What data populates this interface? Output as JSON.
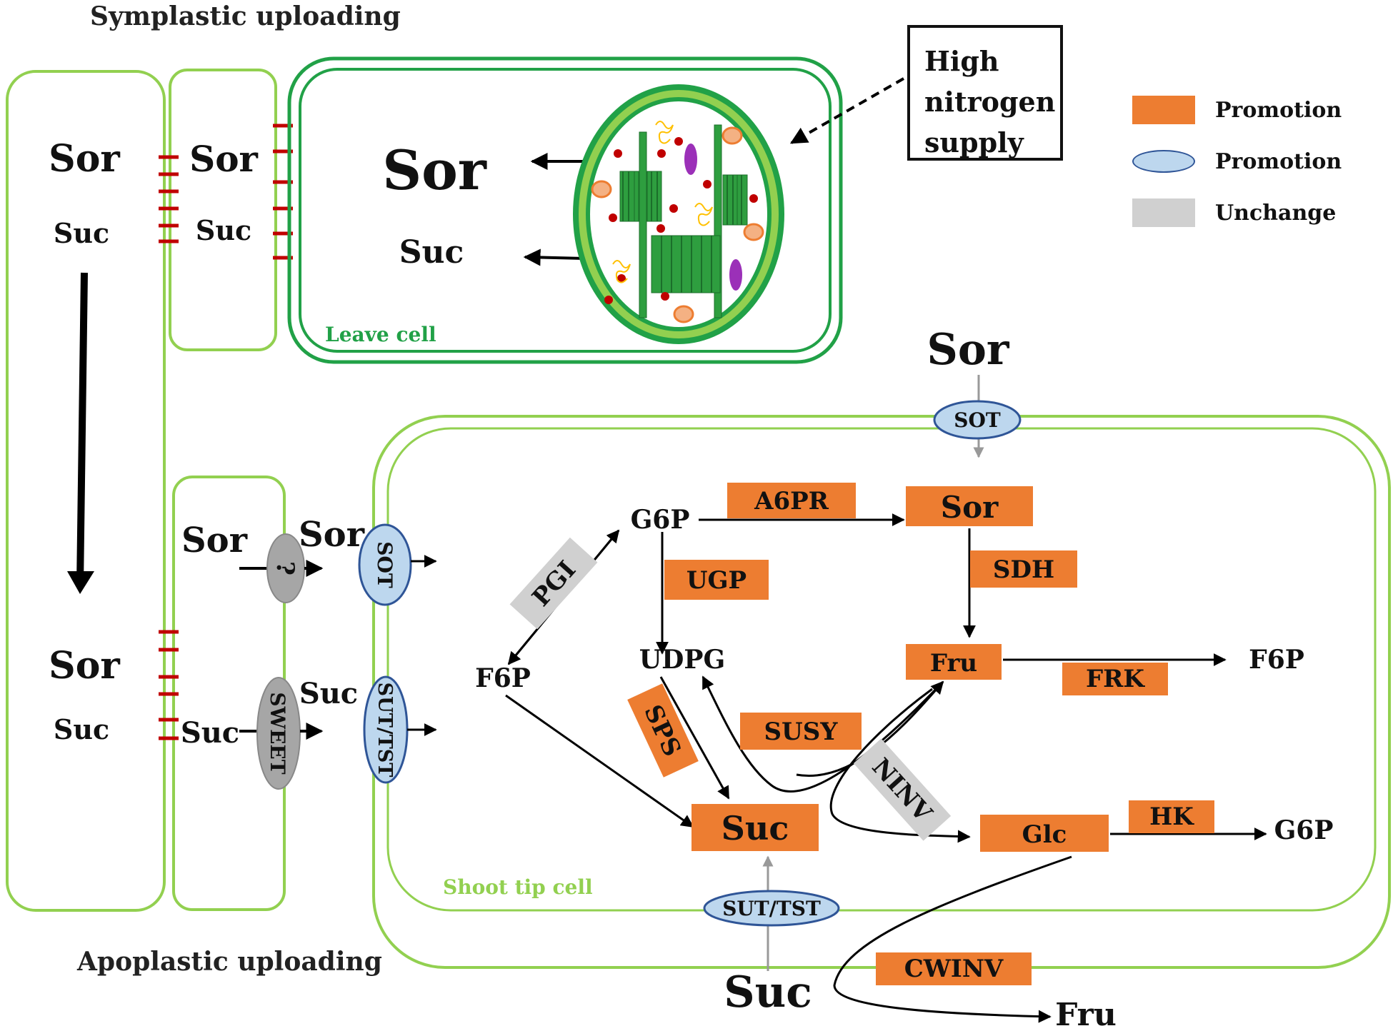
{
  "headings": {
    "symplastic": "Symplastic uploading",
    "apoplastic": "Apoplastic uploading"
  },
  "nitrogen_box": [
    "High",
    "nitrogen",
    "supply"
  ],
  "legend": [
    {
      "shape": "rect-orange",
      "label": "Promotion"
    },
    {
      "shape": "ellipse-blue",
      "label": "Promotion"
    },
    {
      "shape": "rect-gray",
      "label": "Unchange"
    }
  ],
  "colors": {
    "cell_wall": "#92d050",
    "leaf_cell_wall": "#21a147",
    "promotion_fill": "#ed7d31",
    "transporter_fill": "#bdd7ee",
    "transporter_stroke": "#2f5597",
    "unchanged_fill": "#d0d0d0",
    "plasmodesmata": "#c00000",
    "chloroplast_green": "#2e9e3f",
    "chloroplast_outer": "#21a147",
    "chloroplast_inner": "#92d050",
    "orange_body": "#f4b183",
    "purple_body": "#9b30b8",
    "red_dot": "#c00000"
  },
  "left_column": {
    "top_sor": "Sor",
    "top_suc": "Suc",
    "bottom_sor": "Sor",
    "bottom_suc": "Suc"
  },
  "companion_top": {
    "sor": "Sor",
    "suc": "Suc"
  },
  "leaf_cell": {
    "sor": "Sor",
    "suc": "Suc",
    "label": "Leave cell"
  },
  "companion_bottom": {
    "sor_in": "Sor",
    "unknown_transporter": "?",
    "sor_out": "Sor",
    "suc_in": "Suc",
    "sweet": "SWEET",
    "suc_out": "Suc"
  },
  "membrane_transporters": {
    "sot": "SOT",
    "sut_tst": "SUT/TST"
  },
  "shoot_cell": {
    "label": "Shoot tip cell",
    "external_sor": "Sor",
    "sot_top": "SOT",
    "sut_tst_bottom": "SUT/TST",
    "external_suc": "Suc",
    "external_fru": "Fru"
  },
  "metabolites": {
    "g6p": "G6P",
    "f6p_left": "F6P",
    "udpg": "UDPG",
    "sor": "Sor",
    "fru": "Fru",
    "f6p_right": "F6P",
    "suc": "Suc",
    "glc": "Glc",
    "g6p_right": "G6P"
  },
  "enzymes": {
    "a6pr": "A6PR",
    "ugp": "UGP",
    "sdh": "SDH",
    "frk": "FRK",
    "sps": "SPS",
    "susy": "SUSY",
    "hk": "HK",
    "cwinv": "CWINV",
    "pgi": "PGI",
    "ninv": "NINV"
  }
}
